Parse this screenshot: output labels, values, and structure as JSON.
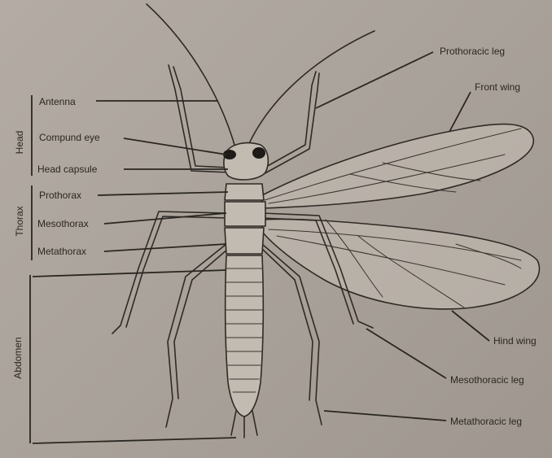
{
  "groups": {
    "head": "Head",
    "thorax": "Thorax",
    "abdomen": "Abdomen"
  },
  "labels": {
    "antenna": "Antenna",
    "compound_eye": "Compund eye",
    "head_capsule": "Head capsule",
    "prothorax": "Prothorax",
    "mesothorax": "Mesothorax",
    "metathorax": "Metathorax",
    "prothoracic_leg": "Prothoracic leg",
    "front_wing": "Front wing",
    "hind_wing": "Hind wing",
    "mesothoracic_leg": "Mesothoracic leg",
    "metathoracic_leg": "Metathoracic leg"
  }
}
